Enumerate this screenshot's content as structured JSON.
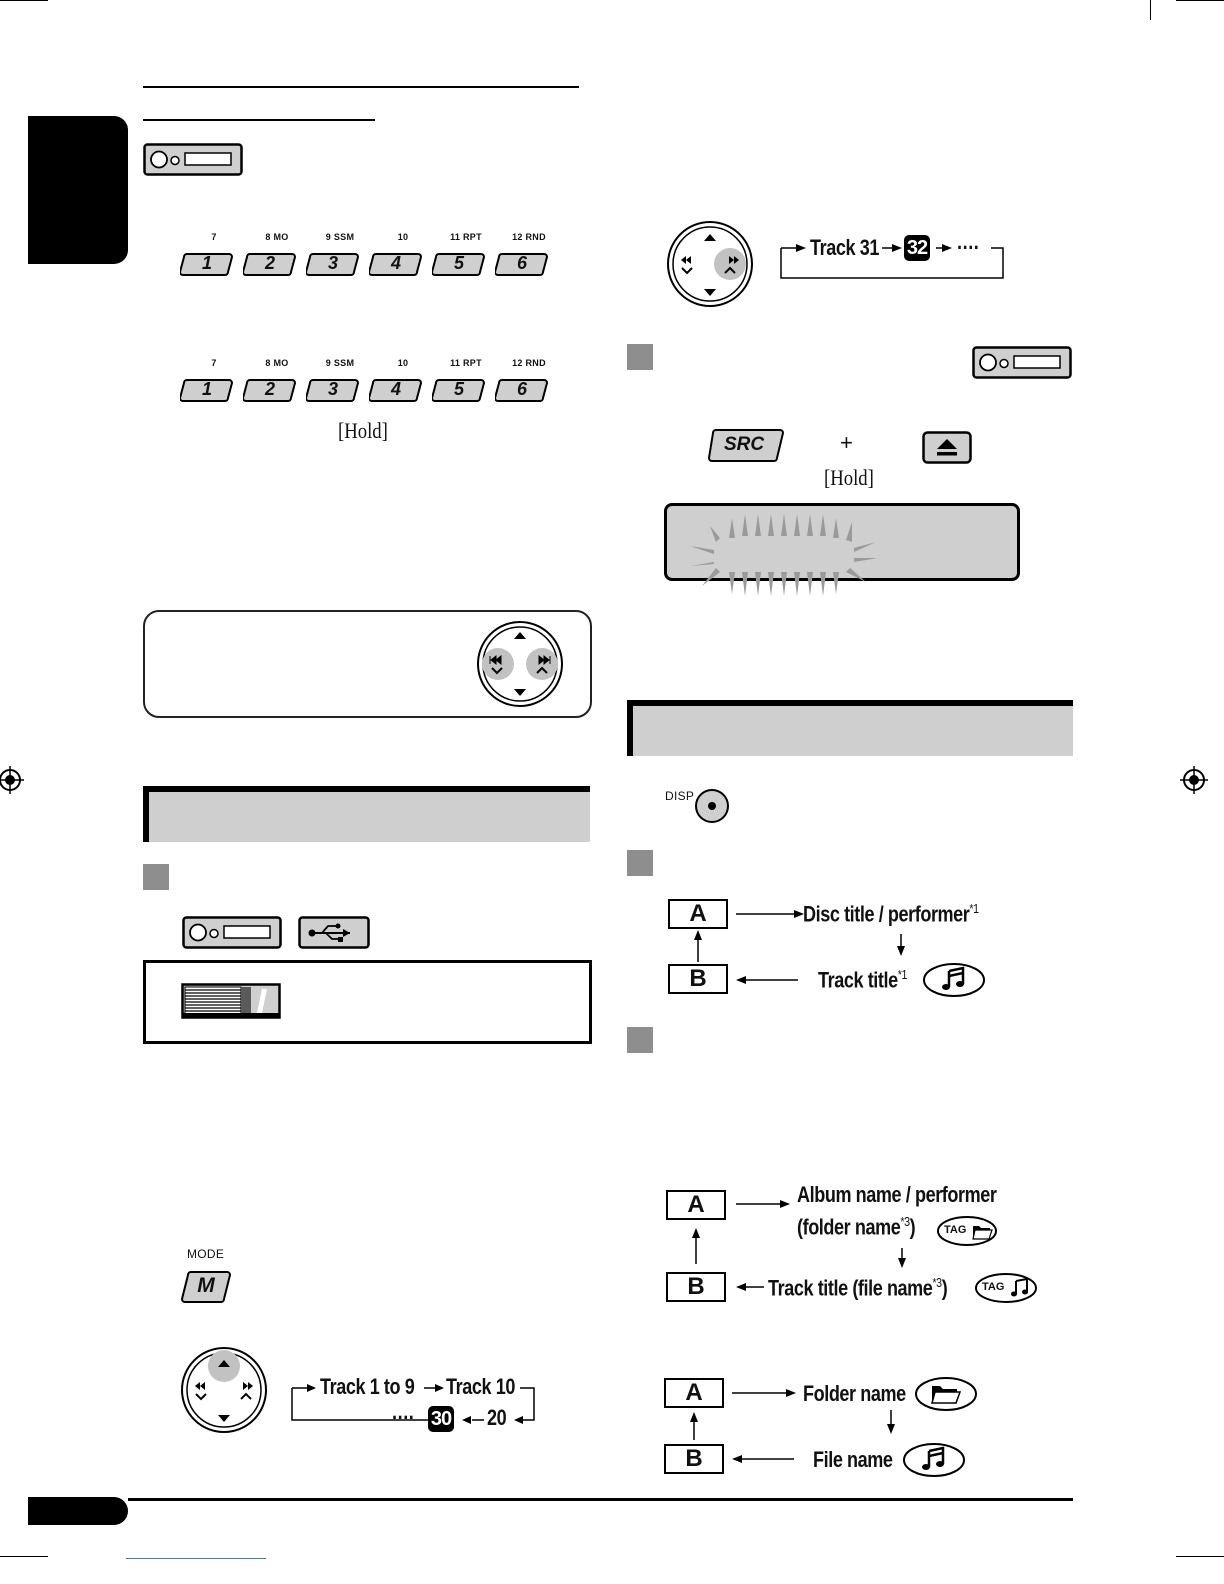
{
  "presets": {
    "row1": {
      "sublabels": [
        "7",
        "8  MO",
        "9  SSM",
        "10",
        "11  RPT",
        "12  RND"
      ],
      "numbers": [
        "1",
        "2",
        "3",
        "4",
        "5",
        "6"
      ]
    },
    "row2": {
      "sublabels": [
        "7",
        "8  MO",
        "9  SSM",
        "10",
        "11  RPT",
        "12  RND"
      ],
      "numbers": [
        "1",
        "2",
        "3",
        "4",
        "5",
        "6"
      ],
      "hold": "[Hold]"
    }
  },
  "mode_button": {
    "caption": "MODE",
    "letter": "M"
  },
  "track_flow_left": {
    "start": "Track 1 to 9",
    "mid": "Track 10",
    "dots": "····",
    "highlight": "30",
    "end": "20"
  },
  "track_flow_right": {
    "start": "Track 31",
    "highlight": "32",
    "dots": "····"
  },
  "eject_combo": {
    "src_label": "SRC",
    "plus": "+",
    "hold": "[Hold]"
  },
  "disp_button": {
    "label": "DISP"
  },
  "cd_display_cycle": {
    "a": "A",
    "b": "B",
    "top": "Disc title / performer",
    "top_sup": "*1",
    "bottom": "Track title",
    "bottom_sup": "*1"
  },
  "mp3_tag_cycle": {
    "a": "A",
    "b": "B",
    "top_line1": "Album name / performer",
    "top_line2": "(folder name",
    "top_sup": "*3",
    "top_close": ")",
    "tag_label": "TAG",
    "bottom": "Track title (file name",
    "bottom_sup": "*3",
    "bottom_close": ")"
  },
  "mp3_notag_cycle": {
    "a": "A",
    "b": "B",
    "top": "Folder name",
    "bottom": "File name"
  }
}
